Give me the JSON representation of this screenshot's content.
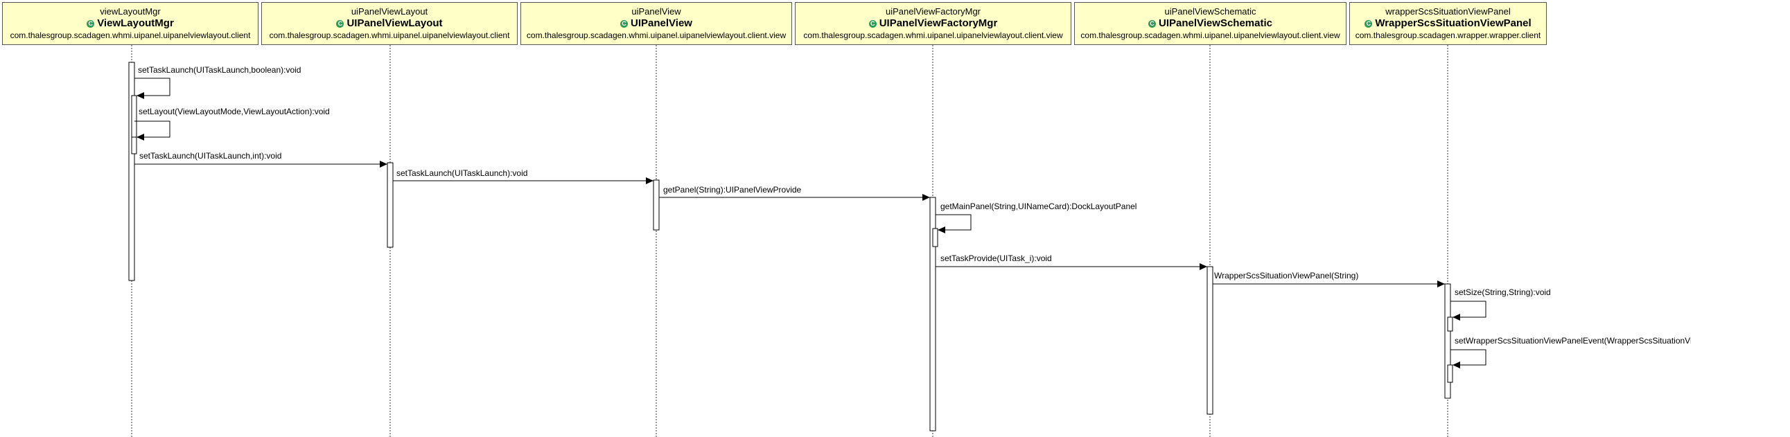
{
  "lifelines": [
    {
      "instance": "viewLayoutMgr",
      "class": "ViewLayoutMgr",
      "package": "com.thalesgroup.scadagen.whmi.uipanel.uipanelviewlayout.client"
    },
    {
      "instance": "uiPanelViewLayout",
      "class": "UIPanelViewLayout",
      "package": "com.thalesgroup.scadagen.whmi.uipanel.uipanelviewlayout.client"
    },
    {
      "instance": "uiPanelView",
      "class": "UIPanelView",
      "package": "com.thalesgroup.scadagen.whmi.uipanel.uipanelviewlayout.client.view"
    },
    {
      "instance": "uiPanelViewFactoryMgr",
      "class": "UIPanelViewFactoryMgr",
      "package": "com.thalesgroup.scadagen.whmi.uipanel.uipanelviewlayout.client.view"
    },
    {
      "instance": "uiPanelViewSchematic",
      "class": "UIPanelViewSchematic",
      "package": "com.thalesgroup.scadagen.whmi.uipanel.uipanelviewlayout.client.view"
    },
    {
      "instance": "wrapperScsSituationViewPanel",
      "class": "WrapperScsSituationViewPanel",
      "package": "com.thalesgroup.scadagen.wrapper.wrapper.client"
    }
  ],
  "messages": [
    {
      "from": 0,
      "to": 0,
      "label": "setTaskLaunch(UITaskLaunch,boolean):void"
    },
    {
      "from": 0,
      "to": 0,
      "label": "setLayout(ViewLayoutMode,ViewLayoutAction):void"
    },
    {
      "from": 0,
      "to": 1,
      "label": "setTaskLaunch(UITaskLaunch,int):void"
    },
    {
      "from": 1,
      "to": 2,
      "label": "setTaskLaunch(UITaskLaunch):void"
    },
    {
      "from": 2,
      "to": 3,
      "label": "getPanel(String):UIPanelViewProvide"
    },
    {
      "from": 3,
      "to": 3,
      "label": "getMainPanel(String,UINameCard):DockLayoutPanel"
    },
    {
      "from": 3,
      "to": 4,
      "label": "setTaskProvide(UITask_i):void"
    },
    {
      "from": 4,
      "to": 5,
      "label": "WrapperScsSituationViewPanel(String)"
    },
    {
      "from": 5,
      "to": 5,
      "label": "setSize(String,String):void"
    },
    {
      "from": 5,
      "to": 5,
      "label": "setWrapperScsSituationViewPanelEvent(WrapperScsSituationViewPanelEvent):void"
    }
  ],
  "colors": {
    "header_bg": "#ffffc8",
    "header_border": "#555555",
    "class_icon": "#2e9b54",
    "line": "#000000"
  }
}
